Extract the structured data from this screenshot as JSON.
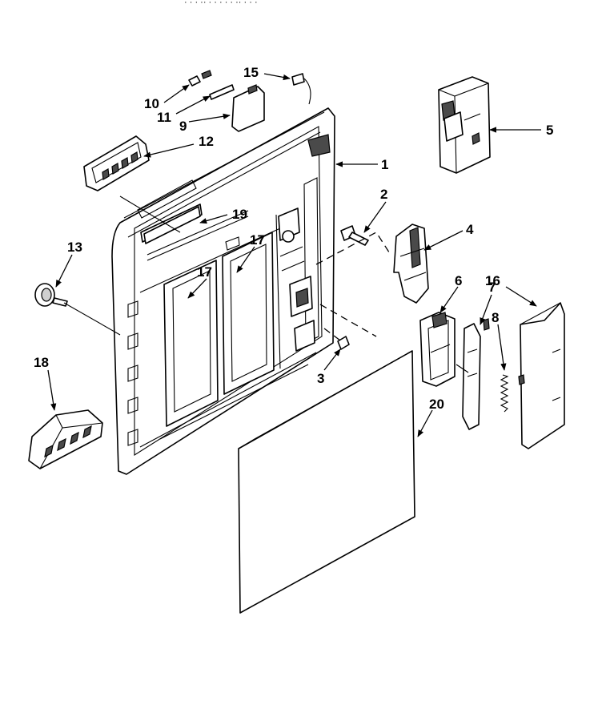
{
  "header_fragment": "· · · ·· · · · · · ·· · · ·",
  "callouts": {
    "c1": "1",
    "c2": "2",
    "c3": "3",
    "c4": "4",
    "c5": "5",
    "c6": "6",
    "c7": "7",
    "c8": "8",
    "c9": "9",
    "c10": "10",
    "c11": "11",
    "c12": "12",
    "c13": "13",
    "c15": "15",
    "c16": "16",
    "c17a": "17",
    "c17b": "17",
    "c18": "18",
    "c19": "19",
    "c20": "20"
  }
}
